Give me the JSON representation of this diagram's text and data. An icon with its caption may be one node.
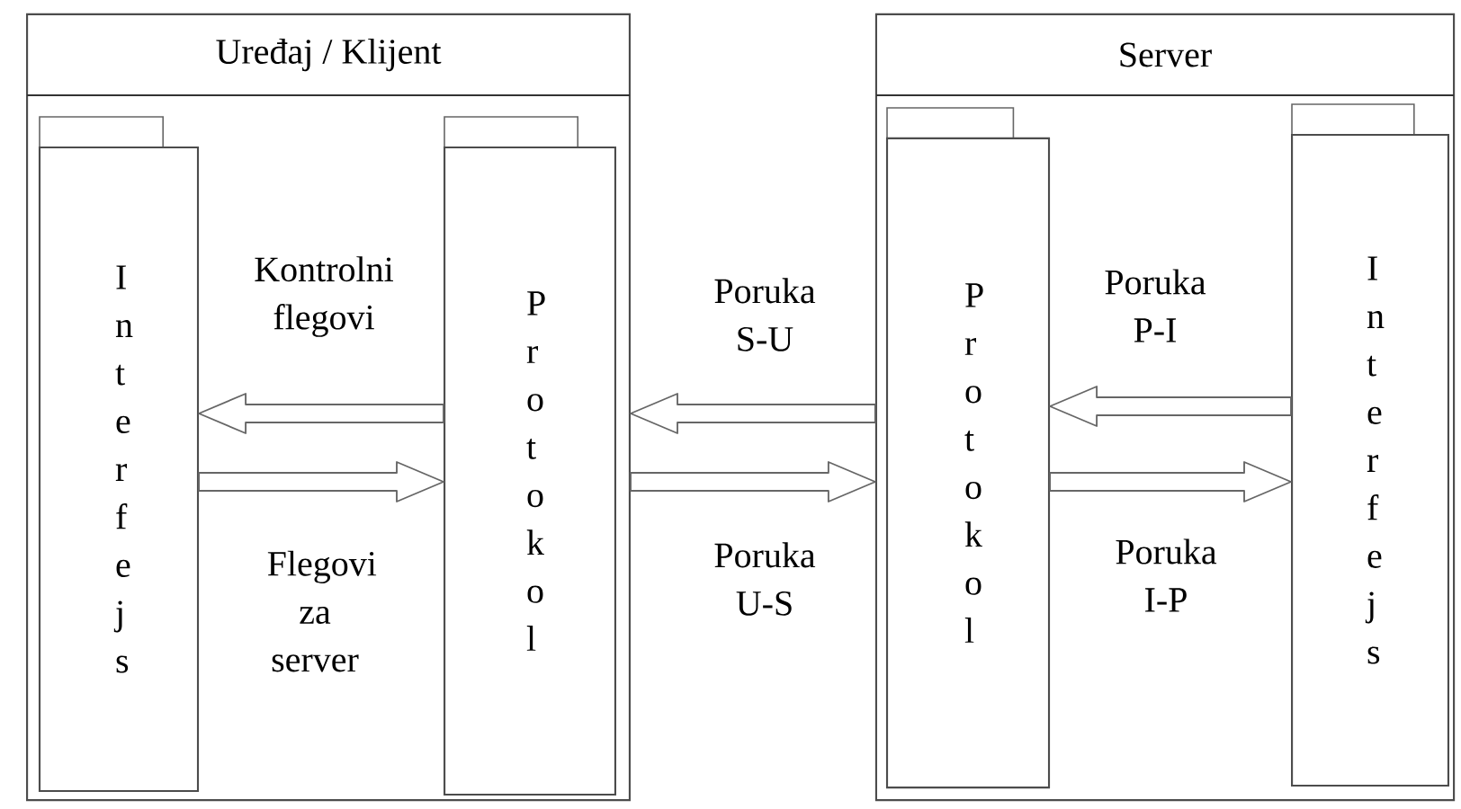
{
  "diagram": {
    "nodes": [
      {
        "text": [
          "Uređaj / Klijent"
        ]
      },
      {
        "text": [
          "Interfejs"
        ],
        "in": 0
      },
      {
        "text": [
          "Protokol"
        ],
        "in": 0
      },
      {
        "text": [
          "Server"
        ]
      },
      {
        "text": [
          "Protokol"
        ],
        "in": 3
      },
      {
        "text": [
          "Interfejs"
        ],
        "in": 3
      }
    ],
    "edges": [
      {
        "from": 2,
        "to": 1,
        "arrow": "to",
        "label": "Kontrolni flegovi"
      },
      {
        "from": 1,
        "to": 2,
        "arrow": "to",
        "label": "Flegovi za server"
      },
      {
        "from": 3,
        "to": 0,
        "arrow": "to",
        "label": "Poruka S-U"
      },
      {
        "from": 0,
        "to": 3,
        "arrow": "to",
        "label": "Poruka U-S"
      },
      {
        "from": 5,
        "to": 4,
        "arrow": "to",
        "label": "Poruka P-I"
      },
      {
        "from": 4,
        "to": 5,
        "arrow": "to",
        "label": "Poruka I-P"
      }
    ]
  }
}
